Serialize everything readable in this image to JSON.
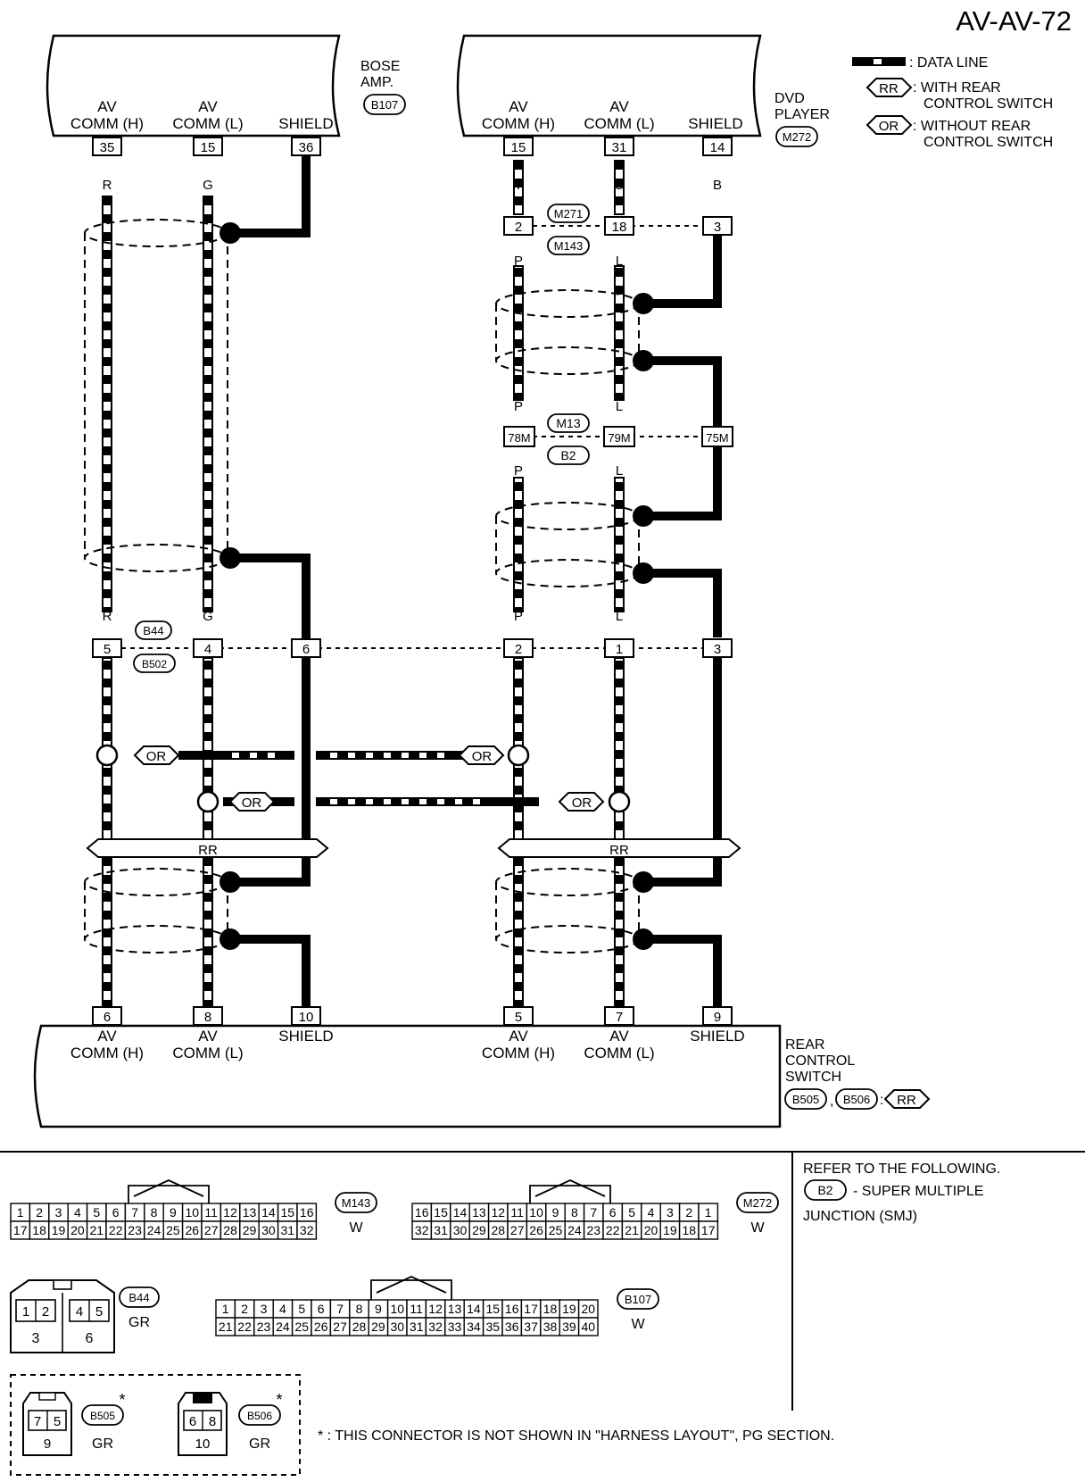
{
  "page_id": "AV-AV-72",
  "legend": {
    "data_line": ": DATA LINE",
    "rr_tag": "RR",
    "rr_text_1": ": WITH REAR",
    "rr_text_2": "CONTROL SWITCH",
    "or_tag": "OR",
    "or_text_1": ": WITHOUT REAR",
    "or_text_2": "CONTROL SWITCH"
  },
  "bose_amp": {
    "name_1": "BOSE",
    "name_2": "AMP.",
    "code": "B107",
    "pins": [
      {
        "l1": "AV",
        "l2": "COMM (H)",
        "pin": "35",
        "wire": "R"
      },
      {
        "l1": "AV",
        "l2": "COMM (L)",
        "pin": "15",
        "wire": "G"
      },
      {
        "l1": "",
        "l2": "SHIELD",
        "pin": "36",
        "wire": ""
      }
    ]
  },
  "dvd_player": {
    "name_1": "DVD",
    "name_2": "PLAYER",
    "code": "M272",
    "pins": [
      {
        "l1": "AV",
        "l2": "COMM (H)",
        "pin": "15",
        "wire": "Y"
      },
      {
        "l1": "AV",
        "l2": "COMM (L)",
        "pin": "31",
        "wire": "O"
      },
      {
        "l1": "",
        "l2": "SHIELD",
        "pin": "14",
        "wire": "B"
      }
    ]
  },
  "joint_1": {
    "code_a": "M271",
    "code_b": "M143",
    "pins": [
      "2",
      "18",
      "3"
    ],
    "wires": [
      "P",
      "L"
    ]
  },
  "joint_2": {
    "code_a": "M13",
    "code_b": "B2",
    "top_wires": [
      "P",
      "L"
    ],
    "pins": [
      "78M",
      "79M",
      "75M"
    ],
    "bottom_wires": [
      "P",
      "L"
    ]
  },
  "joint_3": {
    "code_a": "B44",
    "code_b": "B502",
    "pins": [
      "5",
      "4",
      "6",
      "2",
      "1",
      "3"
    ],
    "wires": [
      "R",
      "G",
      "P",
      "L"
    ]
  },
  "or_tag": "OR",
  "rr_tag": "RR",
  "rear_switch": {
    "name_1": "REAR",
    "name_2": "CONTROL",
    "name_3": "SWITCH",
    "code_a": "B505",
    "code_b": "B506",
    "sep": ",",
    "colon": ":",
    "rr": "RR",
    "pins": [
      {
        "pin": "6",
        "l1": "AV",
        "l2": "COMM (H)"
      },
      {
        "pin": "8",
        "l1": "AV",
        "l2": "COMM (L)"
      },
      {
        "pin": "10",
        "l1": "SHIELD",
        "l2": ""
      },
      {
        "pin": "5",
        "l1": "AV",
        "l2": "COMM (H)"
      },
      {
        "pin": "7",
        "l1": "AV",
        "l2": "COMM (L)"
      },
      {
        "pin": "9",
        "l1": "SHIELD",
        "l2": ""
      }
    ]
  },
  "refer": {
    "line_1": "REFER TO THE FOLLOWING.",
    "code": "B2",
    "line_2": "- SUPER MULTIPLE",
    "line_3": "JUNCTION (SMJ)"
  },
  "connectors": {
    "m143": {
      "code": "M143",
      "color": "W",
      "row1": [
        "1",
        "2",
        "3",
        "4",
        "5",
        "6",
        "7",
        "8",
        "9",
        "10",
        "11",
        "12",
        "13",
        "14",
        "15",
        "16"
      ],
      "row2": [
        "17",
        "18",
        "19",
        "20",
        "21",
        "22",
        "23",
        "24",
        "25",
        "26",
        "27",
        "28",
        "29",
        "30",
        "31",
        "32"
      ]
    },
    "m272": {
      "code": "M272",
      "color": "W",
      "row1": [
        "16",
        "15",
        "14",
        "13",
        "12",
        "11",
        "10",
        "9",
        "8",
        "7",
        "6",
        "5",
        "4",
        "3",
        "2",
        "1"
      ],
      "row2": [
        "32",
        "31",
        "30",
        "29",
        "28",
        "27",
        "26",
        "25",
        "24",
        "23",
        "22",
        "21",
        "20",
        "19",
        "18",
        "17"
      ]
    },
    "b44": {
      "code": "B44",
      "color": "GR",
      "top": [
        "1",
        "2",
        "4",
        "5"
      ],
      "bottom": [
        "3",
        "6"
      ]
    },
    "b107": {
      "code": "B107",
      "color": "W",
      "row1": [
        "1",
        "2",
        "3",
        "4",
        "5",
        "6",
        "7",
        "8",
        "9",
        "10",
        "11",
        "12",
        "13",
        "14",
        "15",
        "16",
        "17",
        "18",
        "19",
        "20"
      ],
      "row2": [
        "21",
        "22",
        "23",
        "24",
        "25",
        "26",
        "27",
        "28",
        "29",
        "30",
        "31",
        "32",
        "33",
        "34",
        "35",
        "36",
        "37",
        "38",
        "39",
        "40"
      ]
    },
    "b505": {
      "code": "B505",
      "color": "GR",
      "top": [
        "7",
        "5"
      ],
      "bottom": "9",
      "star": "*"
    },
    "b506": {
      "code": "B506",
      "color": "GR",
      "top": [
        "6",
        "8"
      ],
      "bottom": "10",
      "star": "*"
    }
  },
  "footnote": "* : THIS CONNECTOR IS NOT SHOWN IN \"HARNESS LAYOUT\", PG SECTION."
}
